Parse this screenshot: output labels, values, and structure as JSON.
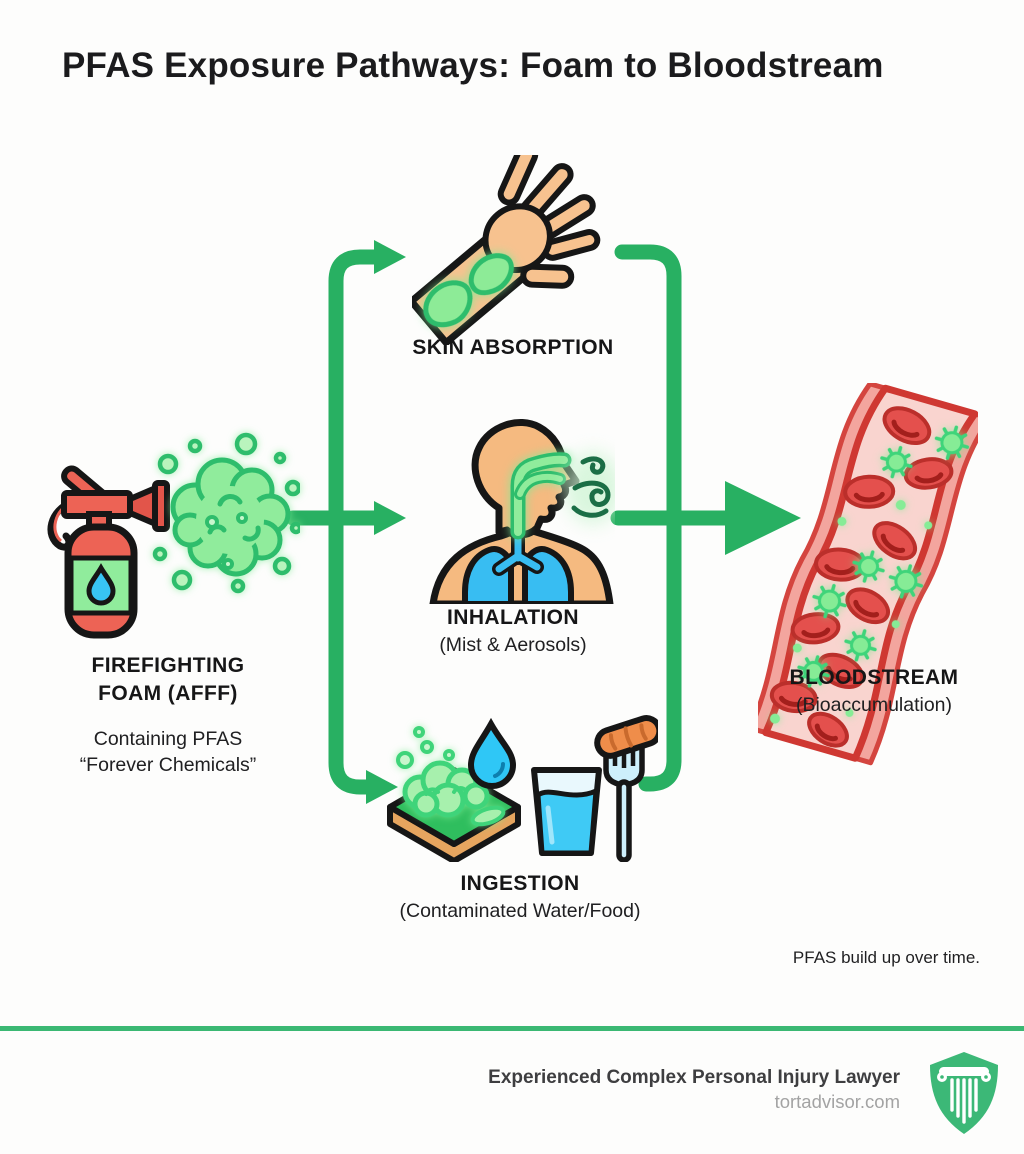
{
  "title": "PFAS Exposure Pathways: Foam to Bloodstream",
  "source_node": {
    "label_line1": "FIREFIGHTING",
    "label_line2": "FOAM (AFFF)",
    "sub_line1": "Containing PFAS",
    "sub_line2": "“Forever Chemicals”"
  },
  "pathways": [
    {
      "id": "skin-absorption",
      "label": "SKIN ABSORPTION",
      "sublabel": ""
    },
    {
      "id": "inhalation",
      "label": "INHALATION",
      "sublabel": "(Mist & Aerosols)"
    },
    {
      "id": "ingestion",
      "label": "INGESTION",
      "sublabel": "(Contaminated Water/Food)"
    }
  ],
  "result_node": {
    "label": "BLOODSTREAM",
    "sublabel": "(Bioaccumulation)"
  },
  "annotation": "PFAS build up over time.",
  "footer": {
    "tagline": "Experienced Complex Personal Injury Lawyer",
    "website": "tortadvisor.com",
    "logo": "shield-column-icon"
  },
  "icons": {
    "source": "fire-extinguisher-foam-icon",
    "skin": "arm-hand-icon",
    "inhalation": "head-lungs-breath-icon",
    "ingestion": "soil-waterdrop-glass-fork-icon",
    "result": "blood-vessel-cells-icon",
    "logo": "shield-column-icon"
  },
  "colors": {
    "arrow_green": "#28b062",
    "outline_green": "#2ebd6c",
    "light_green": "#90ec9c",
    "divider_green": "#3bb873",
    "shield_green": "#3cb877",
    "skin_tone": "#f6bd88",
    "extinguisher_red": "#ed6355",
    "water_blue": "#38c4f4",
    "vessel_red": "#d4453f",
    "vessel_pink": "#f9d4cf",
    "cell_red": "#e4504d",
    "title_dark": "#1b1b1d",
    "footer_gray": "#a3a3a3"
  }
}
